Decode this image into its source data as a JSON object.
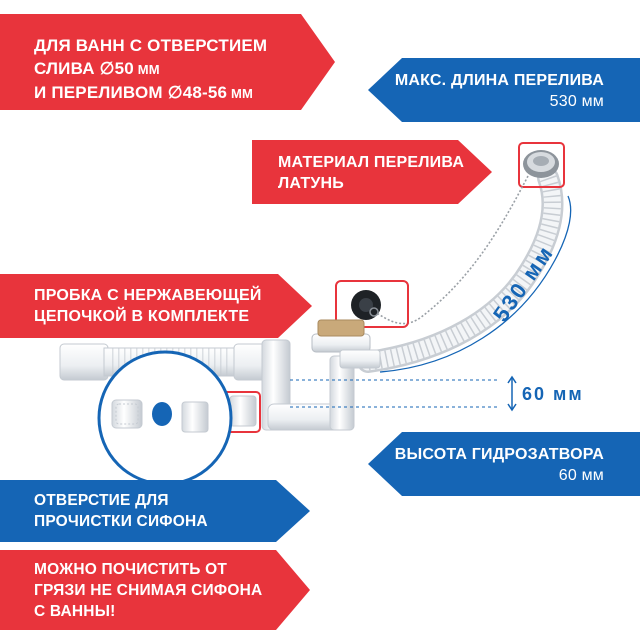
{
  "labels": {
    "drain_spec": {
      "line1": "ДЛЯ ВАНН С ОТВЕРСТИЕМ",
      "line2_prefix": "СЛИВА ",
      "line2_value": "∅50",
      "line2_unit": " мм",
      "line3_prefix": "И ПЕРЕЛИВОМ ",
      "line3_value": "∅48-56",
      "line3_unit": " мм"
    },
    "max_length": {
      "title": "МАКС. ДЛИНА ПЕРЕЛИВА",
      "value": "530 мм"
    },
    "material": {
      "line1": "МАТЕРИАЛ ПЕРЕЛИВА",
      "line2": "ЛАТУНЬ"
    },
    "plug": {
      "line1": "ПРОБКА С НЕРЖАВЕЮЩЕЙ",
      "line2": "ЦЕПОЧКОЙ В КОМПЛЕКТЕ"
    },
    "seal_height": {
      "title": "ВЫСОТА ГИДРОЗАТВОРА",
      "value": "60 мм"
    },
    "cleaning_hole": {
      "line1": "ОТВЕРСТИЕ ДЛЯ",
      "line2": "ПРОЧИСТКИ СИФОНА"
    },
    "cleaning_note": {
      "line1": "МОЖНО ПОЧИСТИТЬ ОТ",
      "line2": "ГРЯЗИ НЕ СНИМАЯ СИФОНА",
      "line3": "С ВАННЫ!"
    }
  },
  "measurements": {
    "length": "530 мм",
    "height": "60 мм"
  },
  "colors": {
    "red": "#e8343c",
    "blue": "#1565b5",
    "pipe": "#f2f4f6",
    "pipe_shadow": "#c9ced4"
  }
}
